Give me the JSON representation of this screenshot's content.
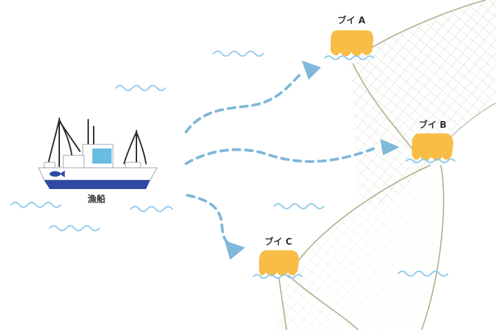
{
  "boat": {
    "label": "漁船"
  },
  "buoys": [
    {
      "id": "a",
      "label": "ブイ A"
    },
    {
      "id": "b",
      "label": "ブイ B"
    },
    {
      "id": "c",
      "label": "ブイ C"
    }
  ],
  "colors": {
    "water": "#8fc9ea",
    "route": "#7fb8da",
    "buoy": "#f8bd47",
    "net": "#b3b89c",
    "hull_stripe": "#2e4aa3",
    "cabin_window": "#69bde0",
    "fish": "#2e4aa3"
  }
}
